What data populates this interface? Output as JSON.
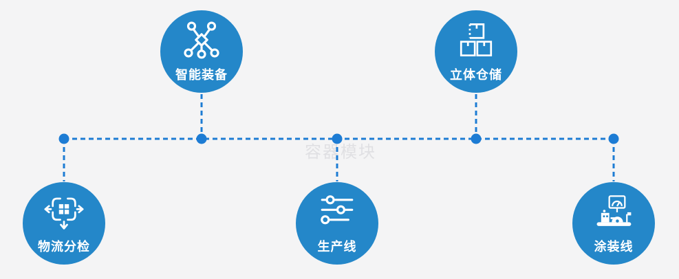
{
  "watermark": "容器模块",
  "colors": {
    "background": "#f4f4f5",
    "node_fill": "#2487c9",
    "connector_line": "#1d7cd4",
    "junction_dot": "#1d7cd4",
    "label_text": "#ffffff",
    "watermark_text": "#e0e0e3"
  },
  "nodes": [
    {
      "id": "smart-equipment",
      "label": "智能装备",
      "icon": "network-nodes-icon",
      "row": "top"
    },
    {
      "id": "stereo-warehouse",
      "label": "立体仓储",
      "icon": "stacked-boxes-icon",
      "row": "top"
    },
    {
      "id": "logistics-sorting",
      "label": "物流分检",
      "icon": "sorting-arrows-icon",
      "row": "bottom"
    },
    {
      "id": "production-line",
      "label": "生产线",
      "icon": "sliders-icon",
      "row": "bottom"
    },
    {
      "id": "painting-line",
      "label": "涂装线",
      "icon": "control-station-icon",
      "row": "bottom"
    }
  ]
}
